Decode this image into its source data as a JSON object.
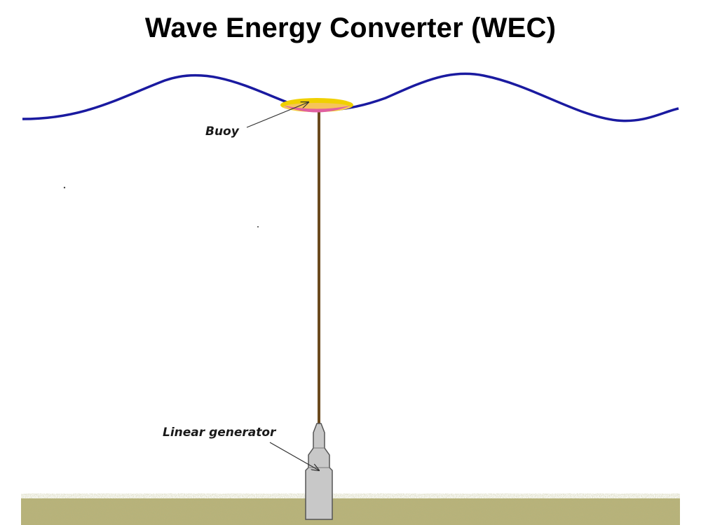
{
  "title": "Wave Energy Converter (WEC)",
  "labels": {
    "buoy": "Buoy",
    "generator": "Linear generator"
  },
  "colors": {
    "wave": "#1a1aa0",
    "buoy_fill": "#f5d100",
    "buoy_accent": "#e060a0",
    "tether": "#6b4a1e",
    "generator_fill": "#c8c8c8",
    "generator_stroke": "#555555",
    "seabed": "#9a9a4a"
  }
}
